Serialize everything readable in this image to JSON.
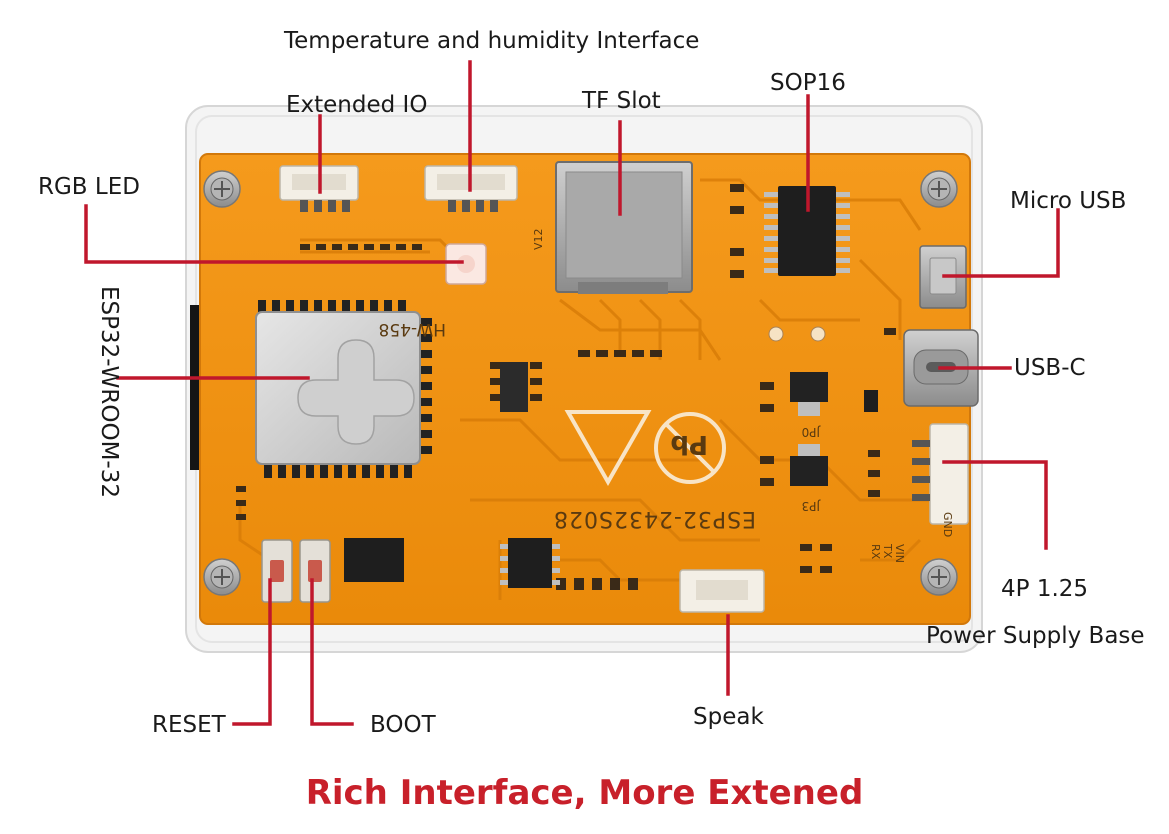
{
  "labels": {
    "temperature_humidity": "Temperature and humidity Interface",
    "extended_io": "Extended IO",
    "tf_slot": "TF Slot",
    "sop16": "SOP16",
    "rgb_led": "RGB LED",
    "micro_usb": "Micro USB",
    "esp32": "ESP32-WROOM-32",
    "usb_c": "USB-C",
    "power_base_line1": "4P 1.25",
    "power_base_line2": "Power Supply Base",
    "reset": "RESET",
    "boot": "BOOT",
    "speak": "Speak"
  },
  "board_text": {
    "model": "HW-458",
    "part": "ESP32-2432S028",
    "tf_ref": "V12",
    "jp0": "JP0",
    "jp3": "JP3",
    "pins": [
      "VIN",
      "TX",
      "RX",
      "GND"
    ]
  },
  "title": "Rich Interface, More Extened",
  "colors": {
    "board": "#f0900e",
    "callout_line": "#c0172c",
    "title": "#c8202a"
  }
}
